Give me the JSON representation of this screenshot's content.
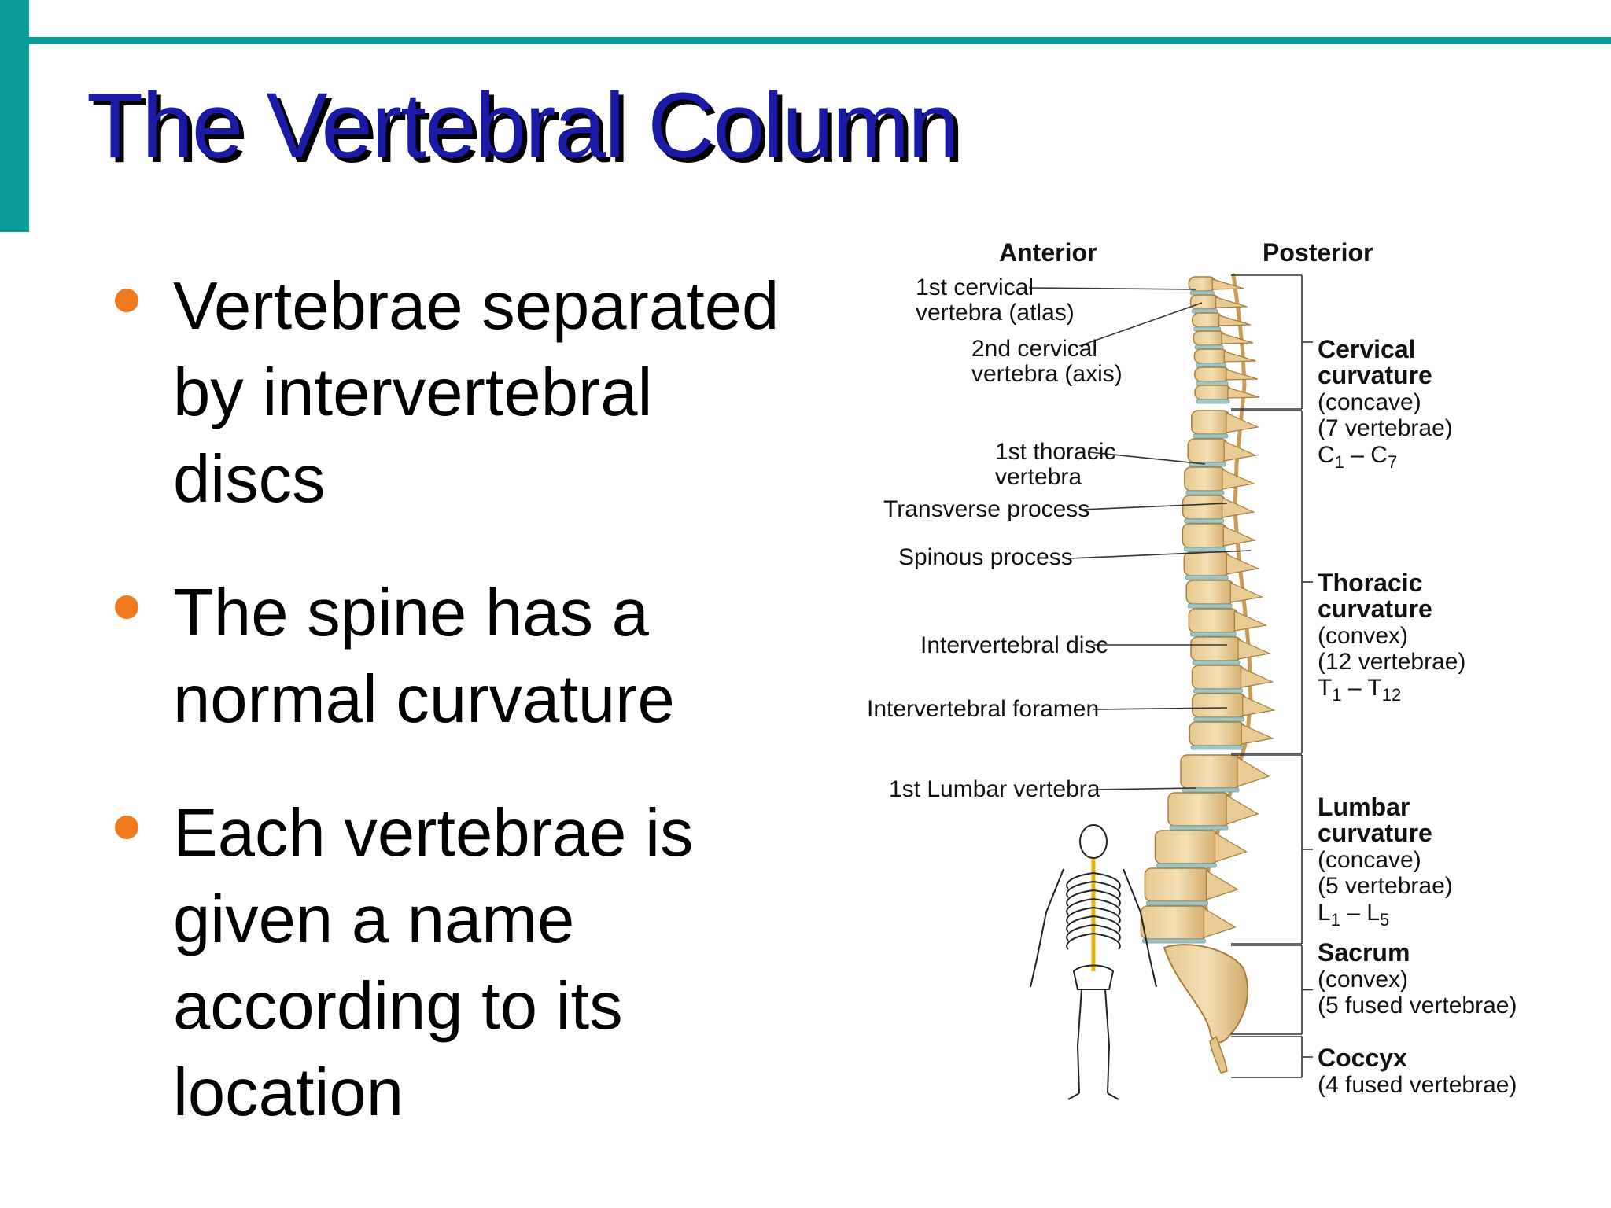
{
  "slide": {
    "title": "The Vertebral Column",
    "bullets": [
      "Vertebrae separated by intervertebral discs",
      "The spine has a normal curvature",
      "Each vertebrae is given a name according to its location"
    ],
    "colors": {
      "accent": "#0a9c96",
      "title": "#1a1aa6",
      "bullet": "#f07b1e"
    }
  },
  "figure": {
    "header_left": "Anterior",
    "header_right": "Posterior",
    "left_labels": [
      [
        "1st cervical",
        "vertebra (atlas)"
      ],
      [
        "2nd cervical",
        "vertebra (axis)"
      ],
      [
        "1st thoracic",
        "vertebra"
      ],
      [
        "Transverse process"
      ],
      [
        "Spinous process"
      ],
      [
        "Intervertebral disc"
      ],
      [
        "Intervertebral foramen"
      ],
      [
        "1st Lumbar vertebra"
      ]
    ],
    "regions": [
      {
        "name": [
          "Cervical",
          "curvature"
        ],
        "details": [
          "(concave)",
          "(7 vertebrae)"
        ],
        "range": {
          "a": "C",
          "a_sub": "1",
          "sep": " – ",
          "b": "C",
          "b_sub": "7"
        }
      },
      {
        "name": [
          "Thoracic",
          "curvature"
        ],
        "details": [
          "(convex)",
          "(12 vertebrae)"
        ],
        "range": {
          "a": "T",
          "a_sub": "1",
          "sep": " – ",
          "b": "T",
          "b_sub": "12"
        }
      },
      {
        "name": [
          "Lumbar",
          "curvature"
        ],
        "details": [
          "(concave)",
          "(5 vertebrae)"
        ],
        "range": {
          "a": "L",
          "a_sub": "1",
          "sep": " – ",
          "b": "L",
          "b_sub": "5"
        }
      },
      {
        "name": [
          "Sacrum"
        ],
        "details": [
          "(convex)",
          "(5 fused vertebrae)"
        ]
      },
      {
        "name": [
          "Coccyx"
        ],
        "details": [
          "(4 fused vertebrae)"
        ]
      }
    ]
  }
}
